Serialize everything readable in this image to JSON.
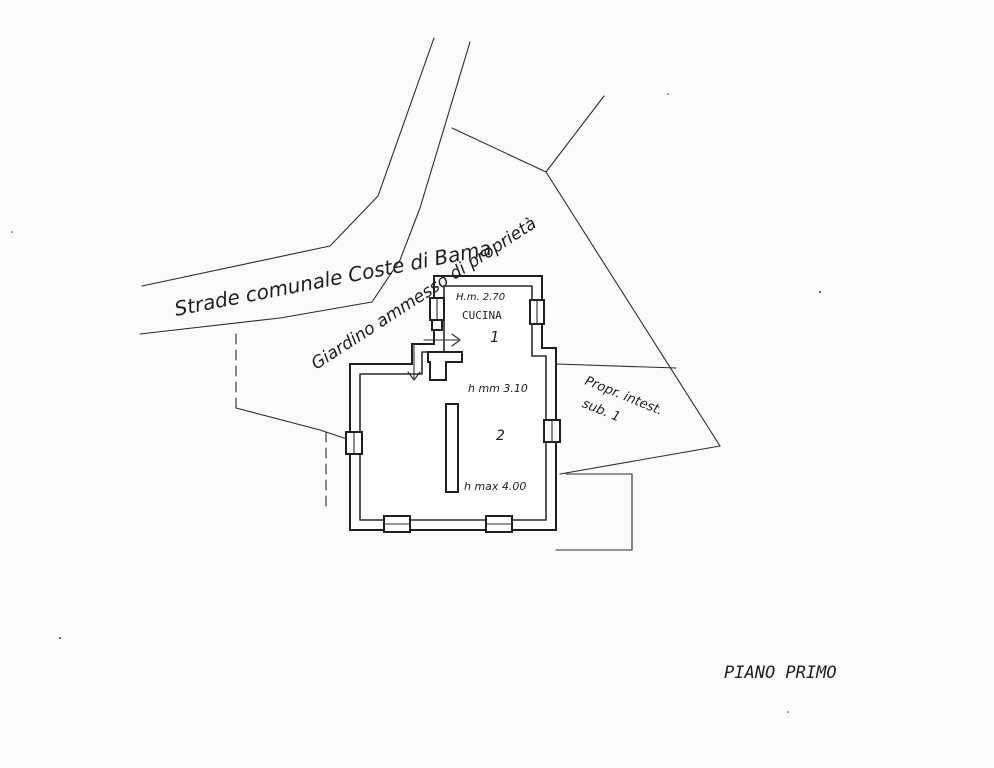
{
  "labels": {
    "road": "Strade comunale Coste di Bama",
    "garden": "Giardino ammesso di proprietà",
    "neighbor_line1": "Propr. intest.",
    "neighbor_line2": "sub. 1",
    "kitchen_height": "H.m. 2.70",
    "kitchen_name": "CUCINA",
    "kitchen_number": "1",
    "room_height_min": "h mm 3.10",
    "room_height_max": "h max 4.00",
    "room_number": "2",
    "floor_title": "PIANO PRIMO"
  },
  "colors": {
    "ink": "#2b2b2b",
    "paper": "#fbfbf9"
  }
}
